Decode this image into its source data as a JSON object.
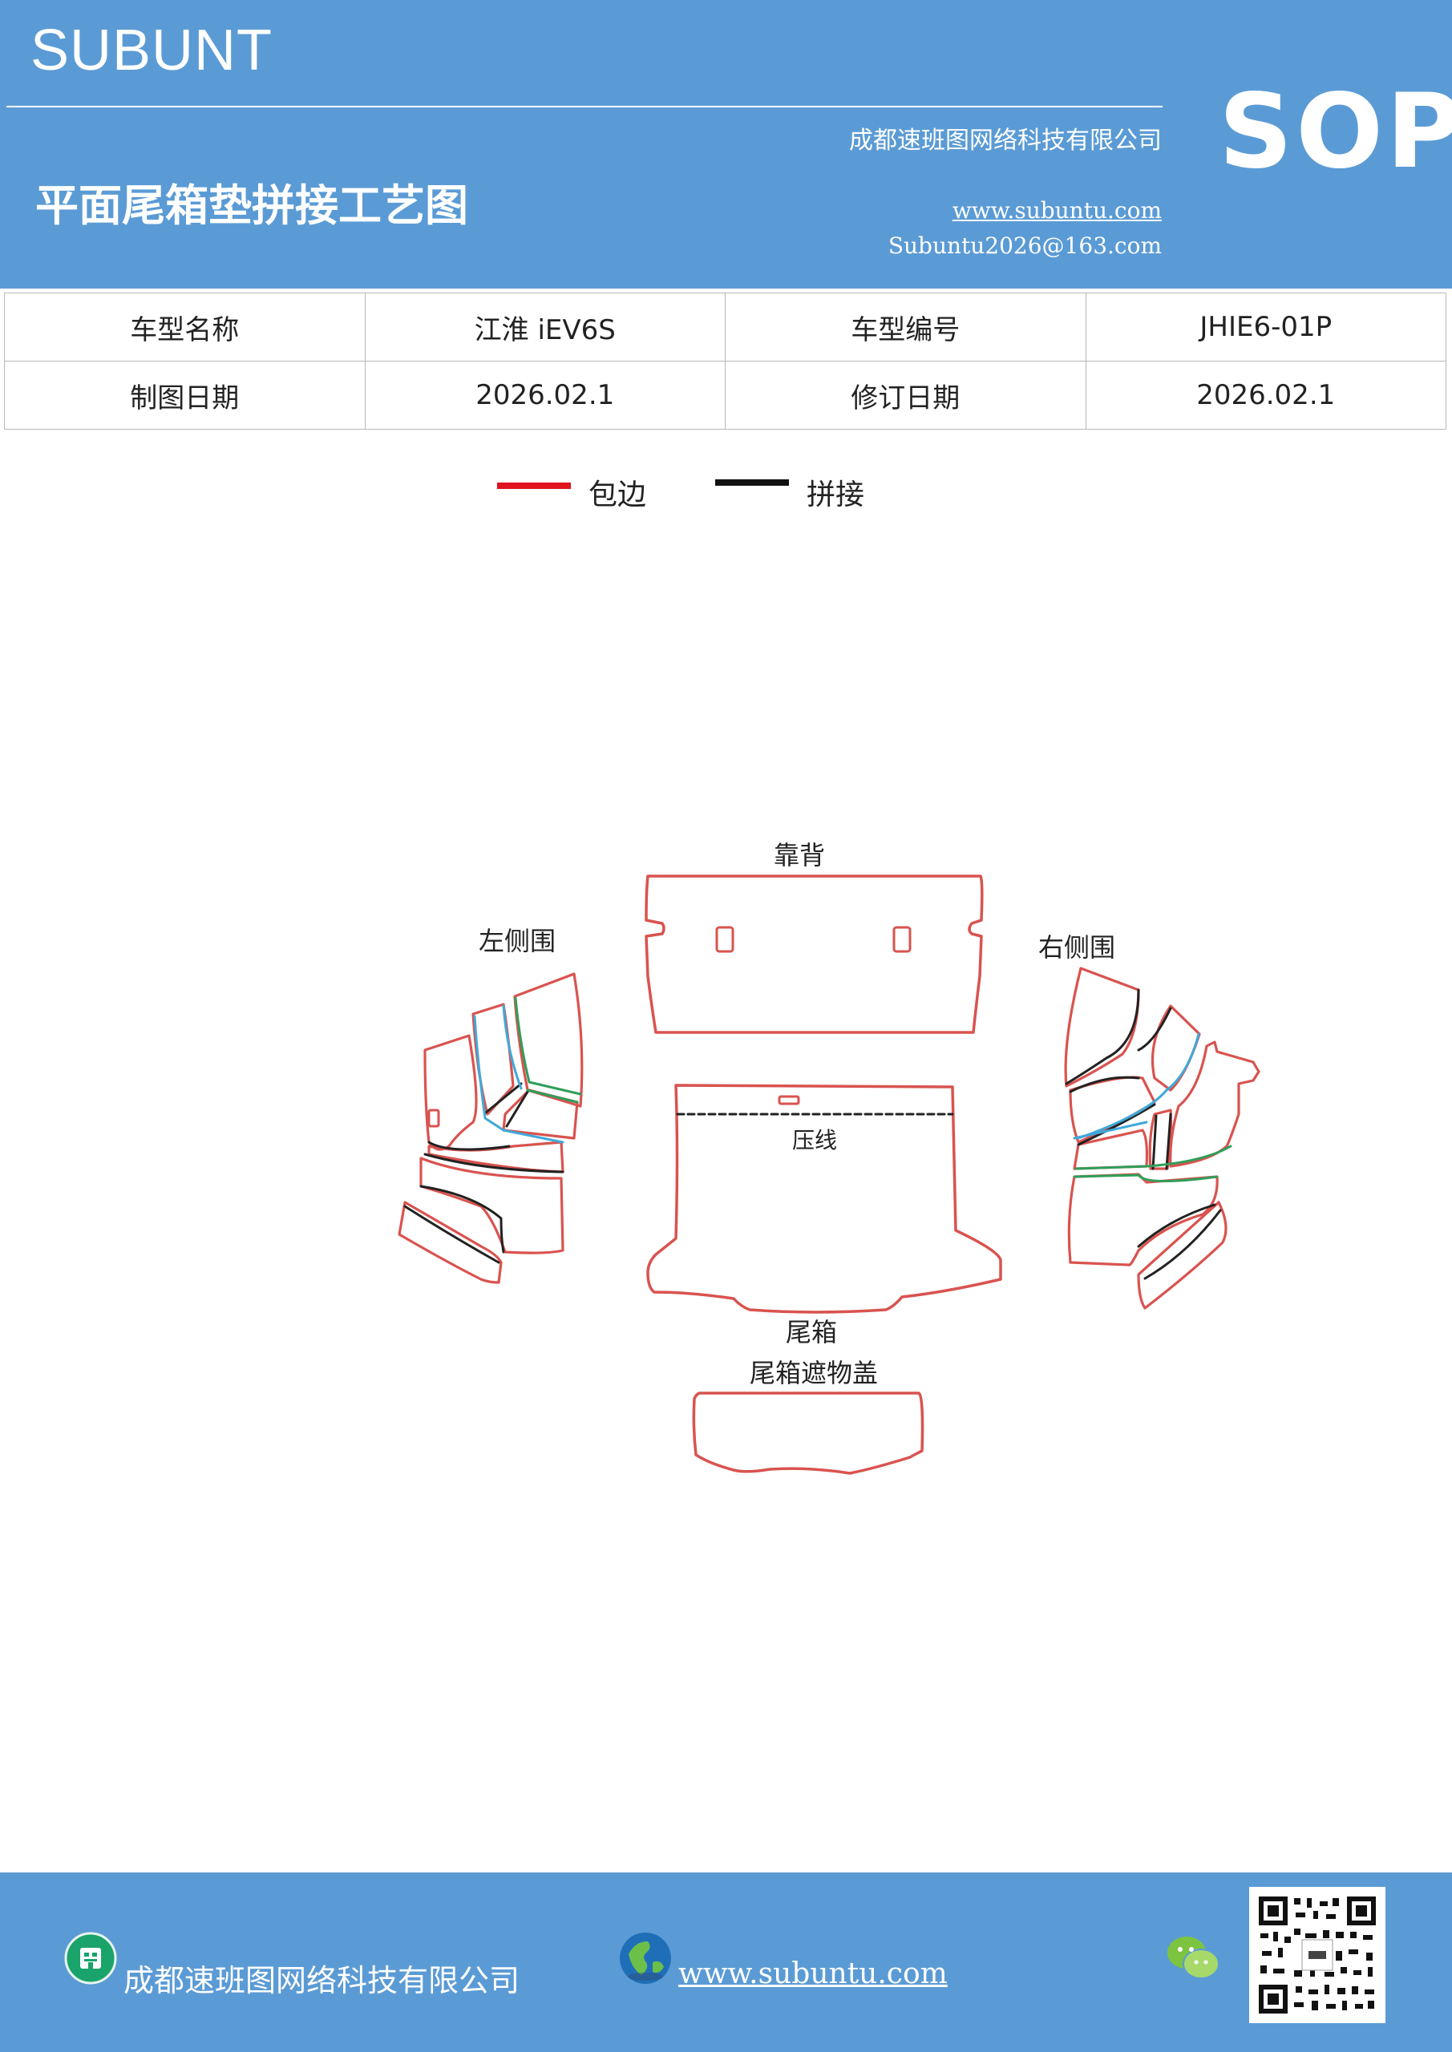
{
  "header": {
    "brand": "SUBUNT",
    "company": "成都速班图网络科技有限公司",
    "title": "平面尾箱垫拼接工艺图",
    "website": "www.subuntu.com",
    "email": "Subuntu2026@163.com",
    "badge": "SOP"
  },
  "info": {
    "r1": {
      "label1": "车型名称",
      "value1": "江淮 iEV6S",
      "label2": "车型编号",
      "value2": "JHIE6-01P"
    },
    "r2": {
      "label1": "制图日期",
      "value1": "2026.02.1",
      "label2": "修订日期",
      "value2": "2026.02.1"
    }
  },
  "legend": {
    "items": [
      {
        "label": "包边",
        "color": "#e0141e"
      },
      {
        "label": "拼接",
        "color": "#111111"
      }
    ]
  },
  "diagram": {
    "labels": {
      "backrest": "靠背",
      "left": "左侧围",
      "right": "右侧围",
      "crease": "压线",
      "trunk": "尾箱",
      "cover": "尾箱遮物盖"
    },
    "colors": {
      "edge": "#d9534f",
      "seam": "#222222",
      "blue": "#3fa9d9",
      "green": "#2f9e5a"
    }
  },
  "footer": {
    "company": "成都速班图网络科技有限公司",
    "website": "www.subuntu.com "
  },
  "icons": [
    "building-icon",
    "globe-icon",
    "wechat-icon",
    "qr-code"
  ]
}
